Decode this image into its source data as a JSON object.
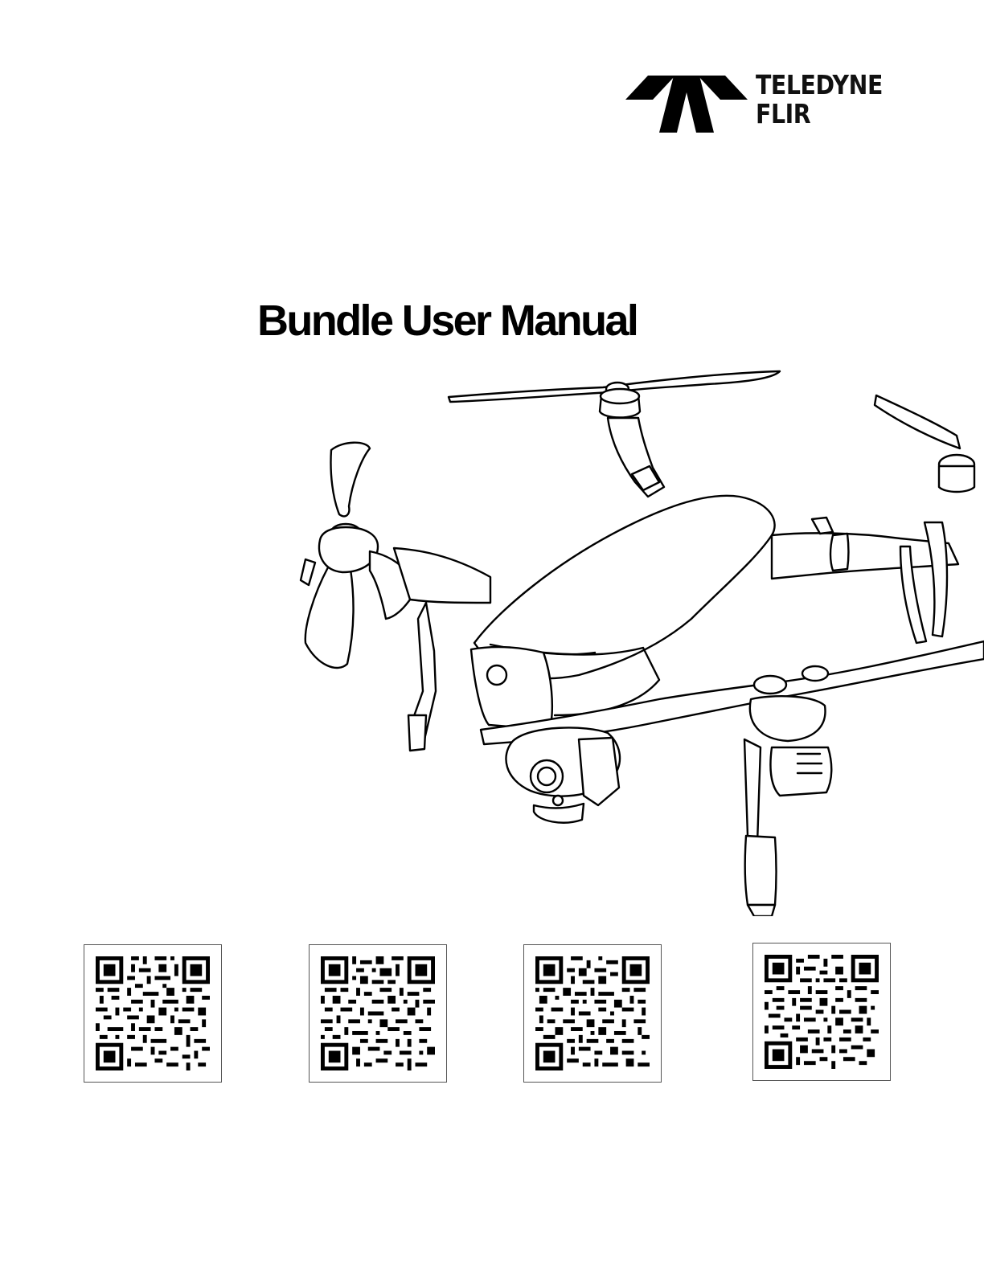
{
  "header": {
    "logo_line1": "TELEDYNE",
    "logo_line2": "FLIR",
    "logo_icon": "teledyne-flir-mark"
  },
  "title": "Bundle User Manual",
  "illustration": {
    "icon": "drone-line-drawing"
  },
  "qr_codes": [
    {
      "icon": "qr-code"
    },
    {
      "icon": "qr-code"
    },
    {
      "icon": "qr-code"
    },
    {
      "icon": "qr-code"
    }
  ]
}
